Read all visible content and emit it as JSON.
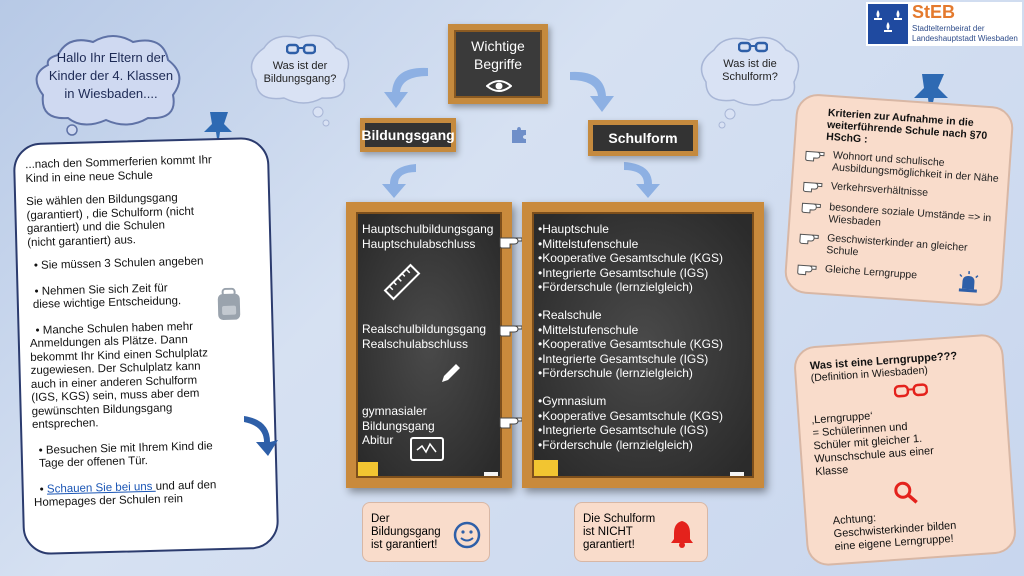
{
  "logo": {
    "title": "StEB",
    "subtitle_1": "Stadtelternbeirat der",
    "subtitle_2": "Landeshauptstadt Wiesbaden"
  },
  "greeting": {
    "line1": "Hallo Ihr Eltern der",
    "line2": "Kinder der 4. Klassen",
    "line3": "in Wiesbaden...."
  },
  "thought_left": {
    "line1": "Was ist der",
    "line2": "Bildungsgang?"
  },
  "thought_right": {
    "line1": "Was ist die",
    "line2": "Schulform?"
  },
  "center_board": {
    "line1": "Wichtige",
    "line2": "Begriffe"
  },
  "label_bildungsgang": "Bildungsgang",
  "label_schulform": "Schulform",
  "left_card": {
    "intro_1": "...nach den Sommerferien kommt Ihr",
    "intro_2": "Kind in eine neue Schule",
    "p1_1": "Sie wählen den Bildungsgang",
    "p1_2": "(garantiert) , die Schulform (nicht",
    "p1_3": "garantiert) und die Schulen",
    "p1_4": "(nicht garantiert) aus.",
    "b1": "• Sie müssen 3 Schulen angeben",
    "b2_1": "• Nehmen Sie sich Zeit für",
    "b2_2": "diese wichtige Entscheidung.",
    "b3_1": "• Manche Schulen haben mehr",
    "b3_2": "Anmeldungen als Plätze. Dann",
    "b3_3": "bekommt Ihr Kind einen Schulplatz",
    "b3_4": "zugewiesen. Der Schulplatz kann",
    "b3_5": "auch in einer anderen Schulform",
    "b3_6": "(IGS, KGS) sein, muss aber dem",
    "b3_7": "gewünschten Bildungsgang",
    "b3_8": "entsprechen.",
    "b4_1": "• Besuchen Sie mit Ihrem Kind die",
    "b4_2": "Tage der offenen Tür.",
    "b5_link": "Schauen Sie bei uns ",
    "b5_rest": "und auf den",
    "b5_2": "Homepages der Schulen rein"
  },
  "board_left": {
    "g1_1": "Hauptschulbildungsgang",
    "g1_2": "Hauptschulabschluss",
    "g2_1": "Realschulbildungsgang",
    "g2_2": "Realschulabschluss",
    "g3_1": "gymnasialer Bildungsgang",
    "g3_2": "Abitur"
  },
  "board_right": {
    "a": [
      "•Hauptschule",
      "•Mittelstufenschule",
      "•Kooperative Gesamtschule (KGS)",
      "•Integrierte Gesamtschule (IGS)",
      "•Förderschule (lernzielgleich)"
    ],
    "b": [
      "•Realschule",
      "•Mittelstufenschule",
      "•Kooperative Gesamtschule (KGS)",
      "•Integrierte Gesamtschule (IGS)",
      "•Förderschule (lernzielgleich)"
    ],
    "c": [
      "•Gymnasium",
      "•Kooperative Gesamtschule (KGS)",
      "•Integrierte Gesamtschule (IGS)",
      "•Förderschule (lernzielgleich)"
    ]
  },
  "note_left": {
    "line1": "Der",
    "line2": "Bildungsgang",
    "line3": "ist garantiert!"
  },
  "note_right": {
    "line1": "Die Schulform",
    "line2": "ist NICHT",
    "line3": "garantiert!"
  },
  "criteria": {
    "title_1": "Kriterien zur Aufnahme in die",
    "title_2": "weiterführende Schule nach §70",
    "title_3": "HSchG :",
    "items": [
      "Wohnort und schulische Ausbildungsmöglichkeit in der Nähe",
      "Verkehrsverhältnisse",
      "besondere soziale Umstände  => in Wiesbaden",
      "Geschwisterkinder an gleicher Schule",
      "Gleiche Lerngruppe"
    ]
  },
  "lerngruppe": {
    "title": "Was ist eine Lerngruppe???",
    "subtitle": "(Definition in Wiesbaden)",
    "def_1": "‚Lerngruppe‘",
    "def_2": "= Schülerinnen und",
    "def_3": "Schüler mit gleicher 1.",
    "def_4": "Wunschschule aus einer",
    "def_5": "Klasse",
    "note_1": "Achtung:",
    "note_2": "Geschwisterkinder bilden",
    "note_3": "eine eigene Lerngruppe!"
  },
  "colors": {
    "chalk_frame": "#c98a3c",
    "accent_blue": "#2e5fa8",
    "peach": "#f9dccb"
  }
}
